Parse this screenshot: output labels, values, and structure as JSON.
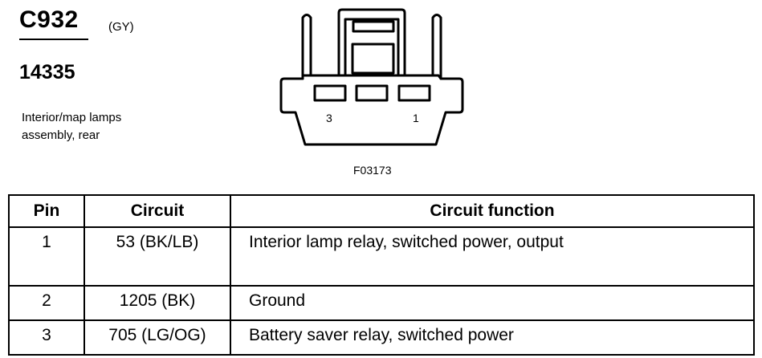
{
  "connector": {
    "id": "C932",
    "color_code": "(GY)",
    "part_number": "14335",
    "description_lines": [
      "Interior/map lamps",
      "assembly, rear"
    ],
    "figure_id": "F03173",
    "cavity_labels": [
      "3",
      "1"
    ]
  },
  "table": {
    "headers": [
      "Pin",
      "Circuit",
      "Circuit function"
    ],
    "rows": [
      {
        "pin": "1",
        "circuit": "53 (BK/LB)",
        "function": "Interior lamp relay, switched power, output"
      },
      {
        "pin": "2",
        "circuit": "1205 (BK)",
        "function": "Ground"
      },
      {
        "pin": "3",
        "circuit": "705 (LG/OG)",
        "function": "Battery saver relay, switched power"
      }
    ]
  }
}
